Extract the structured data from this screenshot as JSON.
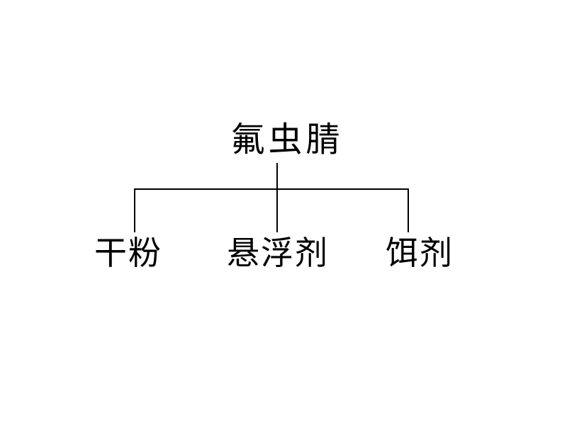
{
  "diagram": {
    "type": "tree",
    "root": {
      "label": "氟虫腈"
    },
    "children": [
      {
        "label": "干粉"
      },
      {
        "label": "悬浮剂"
      },
      {
        "label": "饵剂"
      }
    ],
    "colors": {
      "line": "#000000",
      "text": "#000000",
      "background": "#ffffff"
    }
  }
}
